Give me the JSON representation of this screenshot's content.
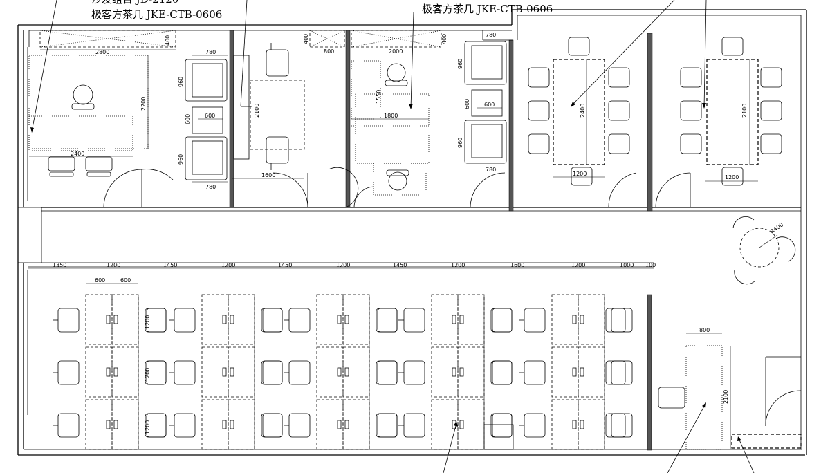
{
  "notes": {
    "top_left_line2": "极客方茶几 JKE-CTB-0606",
    "top_center": "极客方茶几 JKE-CTB-0606"
  },
  "dims": {
    "office1_width": "2800",
    "office1_depth": "400",
    "office1_h": "2200",
    "office1_desk": "2400",
    "lounge_top": "780",
    "lounge_h1": "960",
    "lounge_mid_h": "600",
    "lounge_mid_w": "600",
    "lounge_h2": "960",
    "lounge_bottom": "780",
    "table1_w": "1600",
    "table1_h": "2100",
    "shelf_depth": "400",
    "shelf_w": "800",
    "office2_shelf": "2000",
    "office2_h": "1550",
    "office2_desk": "1800",
    "lounge2_top": "780",
    "lounge2_h1": "960",
    "lounge2_mid": "600",
    "lounge2_h2": "960",
    "lounge2_bottom": "780",
    "meeting1_h": "2400",
    "meeting1_w": "1200",
    "meeting2_h": "2100",
    "meeting2_w": "1200",
    "round_r": "R400",
    "row_dims": [
      "1350",
      "1200",
      "1450",
      "1200",
      "1450",
      "1200",
      "1450",
      "1200",
      "1600",
      "1200",
      "1000",
      "100"
    ],
    "desk_w1": "600",
    "desk_w2": "600",
    "desk_h": "1200",
    "pantry_w": "800",
    "pantry_h": "2100"
  }
}
